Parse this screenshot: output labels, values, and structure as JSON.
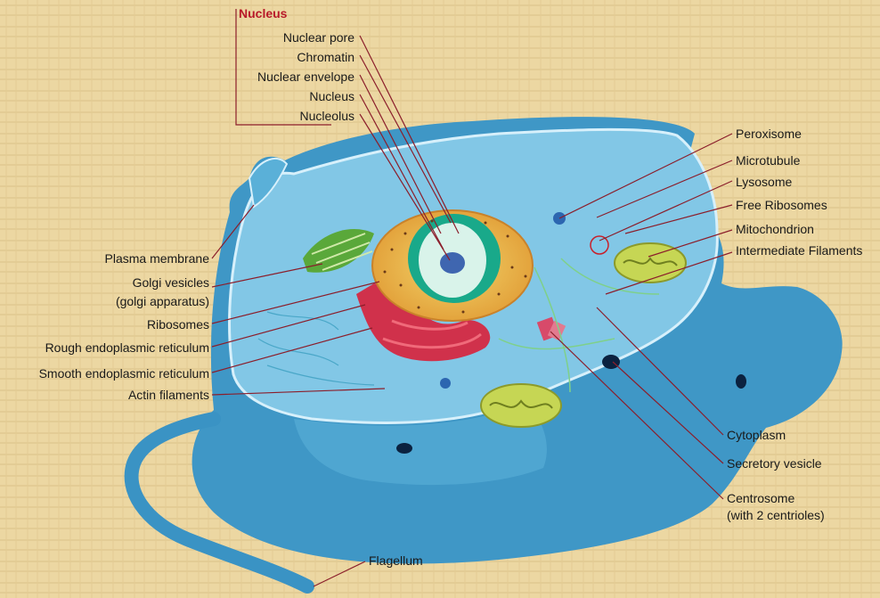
{
  "nucleus_group": {
    "heading": "Nucleus",
    "items": [
      "Nuclear pore",
      "Chromatin",
      "Nuclear envelope",
      "Nucleus",
      "Nucleolus"
    ]
  },
  "left_labels": {
    "plasma_membrane": "Plasma membrane",
    "golgi_line1": "Golgi vesicles",
    "golgi_line2": "(golgi apparatus)",
    "ribosomes": "Ribosomes",
    "rough_er": "Rough endoplasmic reticulum",
    "smooth_er": "Smooth endoplasmic reticulum",
    "actin": "Actin filaments"
  },
  "right_labels": {
    "peroxisome": "Peroxisome",
    "microtubule": "Microtubule",
    "lysosome": "Lysosome",
    "free_ribosomes": "Free Ribosomes",
    "mitochondrion": "Mitochondrion",
    "intermediate": "Intermediate Filaments",
    "cytoplasm": "Cytoplasm",
    "secretory": "Secretory vesicle",
    "centrosome_line1": "Centrosome",
    "centrosome_line2": "(with 2 centrioles)"
  },
  "bottom_labels": {
    "flagellum": "Flagellum"
  },
  "colors": {
    "background": "#ecd7a2",
    "leader_line": "#8b1e2b",
    "heading": "#b81a2a",
    "cell_outer": "#4fa6cf",
    "cytoplasm": "#7fc3e3"
  }
}
